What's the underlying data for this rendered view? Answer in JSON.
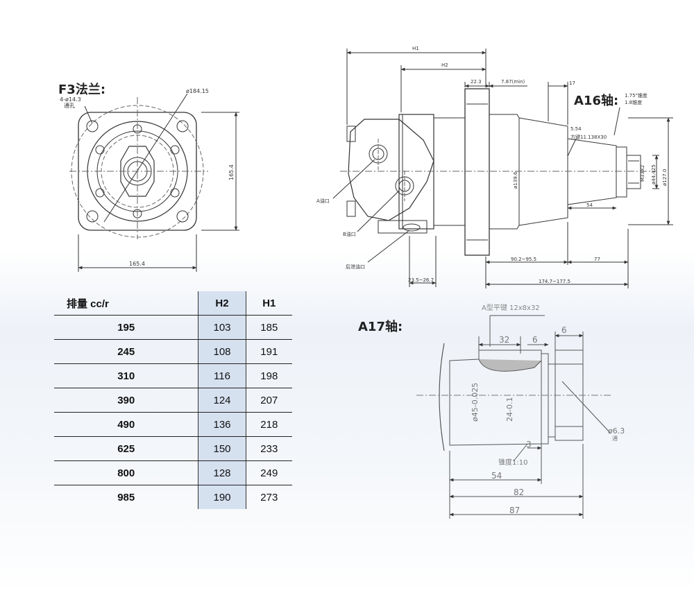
{
  "headings": {
    "f3": "F3法兰:",
    "a16": "A16轴:",
    "a17": "A17轴:"
  },
  "f3_flange": {
    "hole_note_1": "4-ø14.3",
    "hole_note_2": "通孔",
    "pcd": "ø184.15",
    "width": "165.4",
    "height": "165.4"
  },
  "side_view": {
    "h1": "H1",
    "h2": "H2",
    "dim_22_3": "22.3",
    "dim_7_87": "7.87(min)",
    "dim_17": "17",
    "taper_1": "1.75\"锥度",
    "taper_2": "1.8锥度",
    "dim_5_54": "5.54",
    "key_note": "方键11.138X30",
    "d_139_6": "ø139.6",
    "m33": "M33X2",
    "d_44_425": "ø44.425",
    "d_127": "ø127.0",
    "dim_54": "54",
    "port_a": "A油口",
    "port_b": "B油口",
    "drain": "后泄油口",
    "dim_90_2": "90.2~95.5",
    "dim_77": "77",
    "dim_23_5": "23.5~26.7",
    "dim_174": "174.7~177.5"
  },
  "a17_shaft": {
    "key_note": "A型平键 12x8x32",
    "dim_32": "32",
    "dim_6a": "6",
    "dim_6b": "6",
    "d_45": "ø45-0.025",
    "d_24": "24-0.1",
    "dim_3": "3",
    "taper": "锥度1:10",
    "d_6_3": "ø6.3",
    "through": "通",
    "dim_54": "54",
    "dim_82": "82",
    "dim_87": "87"
  },
  "table": {
    "headers": [
      "排量  cc/r",
      "H2",
      "H1"
    ],
    "rows": [
      [
        "195",
        "103",
        "185"
      ],
      [
        "245",
        "108",
        "191"
      ],
      [
        "310",
        "116",
        "198"
      ],
      [
        "390",
        "124",
        "207"
      ],
      [
        "490",
        "136",
        "218"
      ],
      [
        "625",
        "150",
        "233"
      ],
      [
        "800",
        "128",
        "249"
      ],
      [
        "985",
        "190",
        "273"
      ]
    ]
  },
  "colors": {
    "line": "#333333",
    "center_line": "#666666",
    "h2_column": "#d6e1f0"
  }
}
